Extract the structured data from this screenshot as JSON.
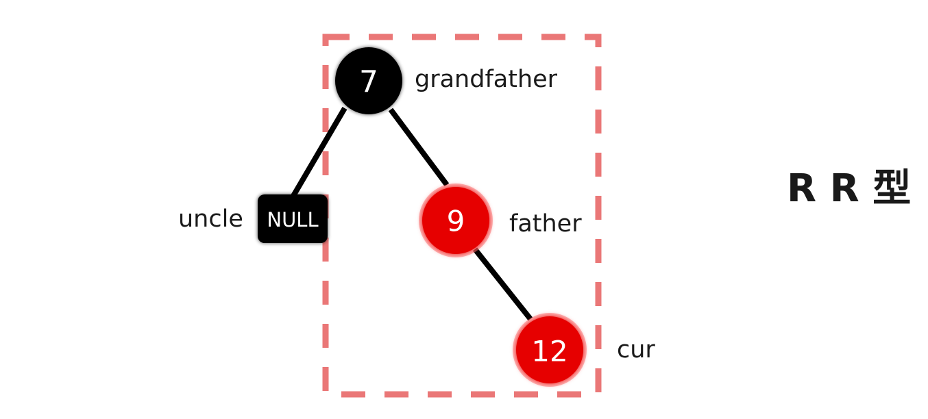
{
  "title": "R R 型",
  "colors": {
    "black_node": "#000000",
    "red_node": "#e60000",
    "red_glow": "#ff6b6b",
    "dashed_box": "#ea7777",
    "edge": "#000000",
    "text": "#1a1a1a"
  },
  "nodes": {
    "grandfather": {
      "value": "7",
      "role": "grandfather",
      "color": "black"
    },
    "uncle": {
      "value": "NULL",
      "role": "uncle",
      "color": "black"
    },
    "father": {
      "value": "9",
      "role": "father",
      "color": "red"
    },
    "cur": {
      "value": "12",
      "role": "cur",
      "color": "red"
    }
  },
  "edges": [
    {
      "from": "grandfather",
      "to": "uncle"
    },
    {
      "from": "grandfather",
      "to": "father"
    },
    {
      "from": "father",
      "to": "cur"
    }
  ],
  "highlight_box": {
    "style": "dashed",
    "contains": [
      "grandfather",
      "father",
      "cur"
    ]
  }
}
